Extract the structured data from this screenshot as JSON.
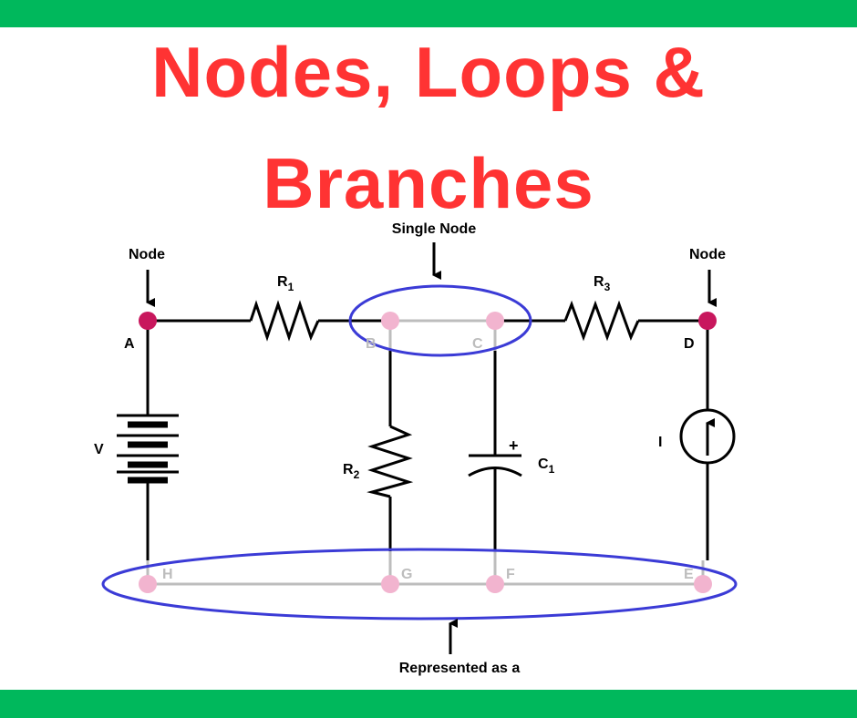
{
  "title": {
    "line1": "Nodes, Loops &",
    "line2": "Branches"
  },
  "colors": {
    "band": "#00b85c",
    "title": "#ff3333",
    "wire": "#000000",
    "faded_wire": "#bdbdbd",
    "node_active": "#c8175d",
    "node_faded": "#f2b4cf",
    "highlight": "#3b3bd6",
    "faded_label": "#bdbdbd"
  },
  "annotations": {
    "node_left": "Node",
    "node_right": "Node",
    "single_node": "Single Node",
    "represented": "Represented as a"
  },
  "nodes": {
    "A": "A",
    "B": "B",
    "C": "C",
    "D": "D",
    "E": "E",
    "F": "F",
    "G": "G",
    "H": "H"
  },
  "components": {
    "r1": {
      "letter": "R",
      "sub": "1"
    },
    "r2": {
      "letter": "R",
      "sub": "2"
    },
    "r3": {
      "letter": "R",
      "sub": "3"
    },
    "c1": {
      "letter": "C",
      "sub": "1",
      "polarity": "+"
    },
    "v": "V",
    "i": "I"
  }
}
